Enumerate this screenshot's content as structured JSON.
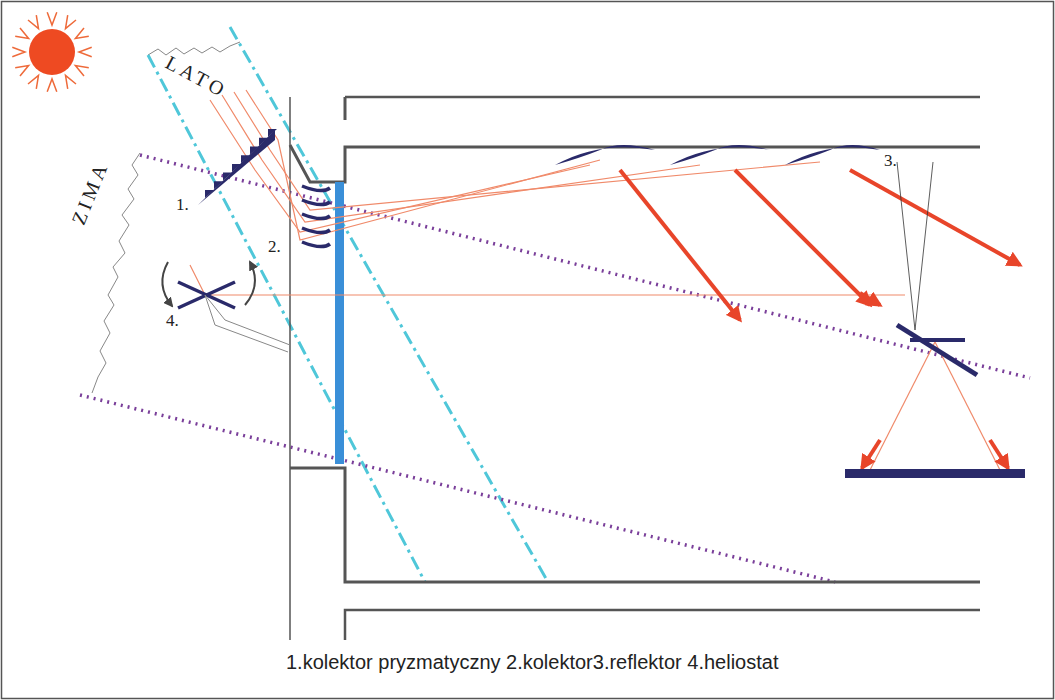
{
  "diagram": {
    "caption": "1.kolektor pryzmatyczny 2.kolektor3.reflektor 4.heliostat",
    "labels": [
      "LATO",
      "ZIMA",
      "1.",
      "2.",
      "3.",
      "4."
    ]
  }
}
